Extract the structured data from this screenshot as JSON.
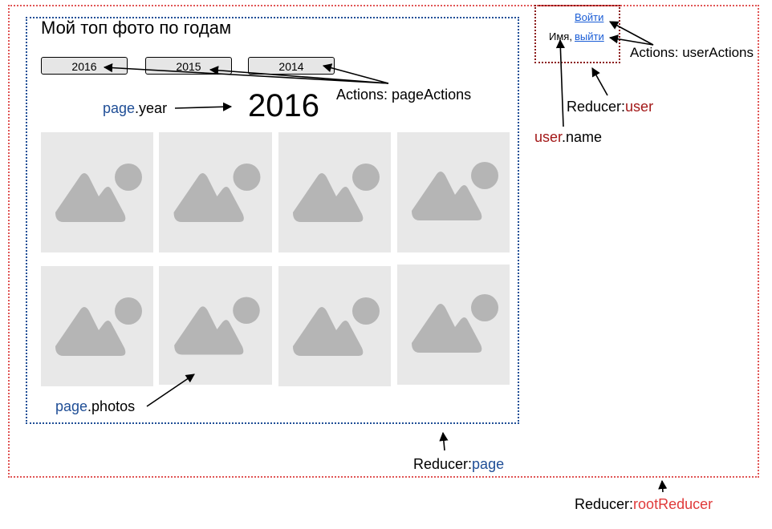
{
  "app": {
    "title": "Мой топ фото по годам"
  },
  "year_buttons": [
    "2016",
    "2015",
    "2014"
  ],
  "current_year": "2016",
  "user_panel": {
    "login_link": "Войти",
    "name_text": "Имя,",
    "logout_link": "выйти"
  },
  "annotations": {
    "page_year": {
      "obj": "page",
      "prop": ".year"
    },
    "page_photos": {
      "obj": "page",
      "prop": ".photos"
    },
    "user_name": {
      "obj": "user",
      "prop": ".name"
    },
    "page_actions": "Actions: pageActions",
    "user_actions": "Actions: userActions",
    "reducer_user": {
      "prefix": "Reducer:",
      "name": "user"
    },
    "reducer_page": {
      "prefix": "Reducer:",
      "name": "page"
    },
    "reducer_root": {
      "prefix": "Reducer:",
      "name": "rootReducer"
    }
  },
  "photos": [
    "photo-placeholder",
    "photo-placeholder",
    "photo-placeholder",
    "photo-placeholder",
    "photo-placeholder",
    "photo-placeholder",
    "photo-placeholder",
    "photo-placeholder"
  ],
  "colors": {
    "root_border": "#e05555",
    "page_border": "#1f4e96",
    "user_border": "#8b1a1a",
    "page_text": "#1f4e96",
    "user_text": "#a31818",
    "root_text": "#e03a3a",
    "link": "#1a5dd6"
  }
}
